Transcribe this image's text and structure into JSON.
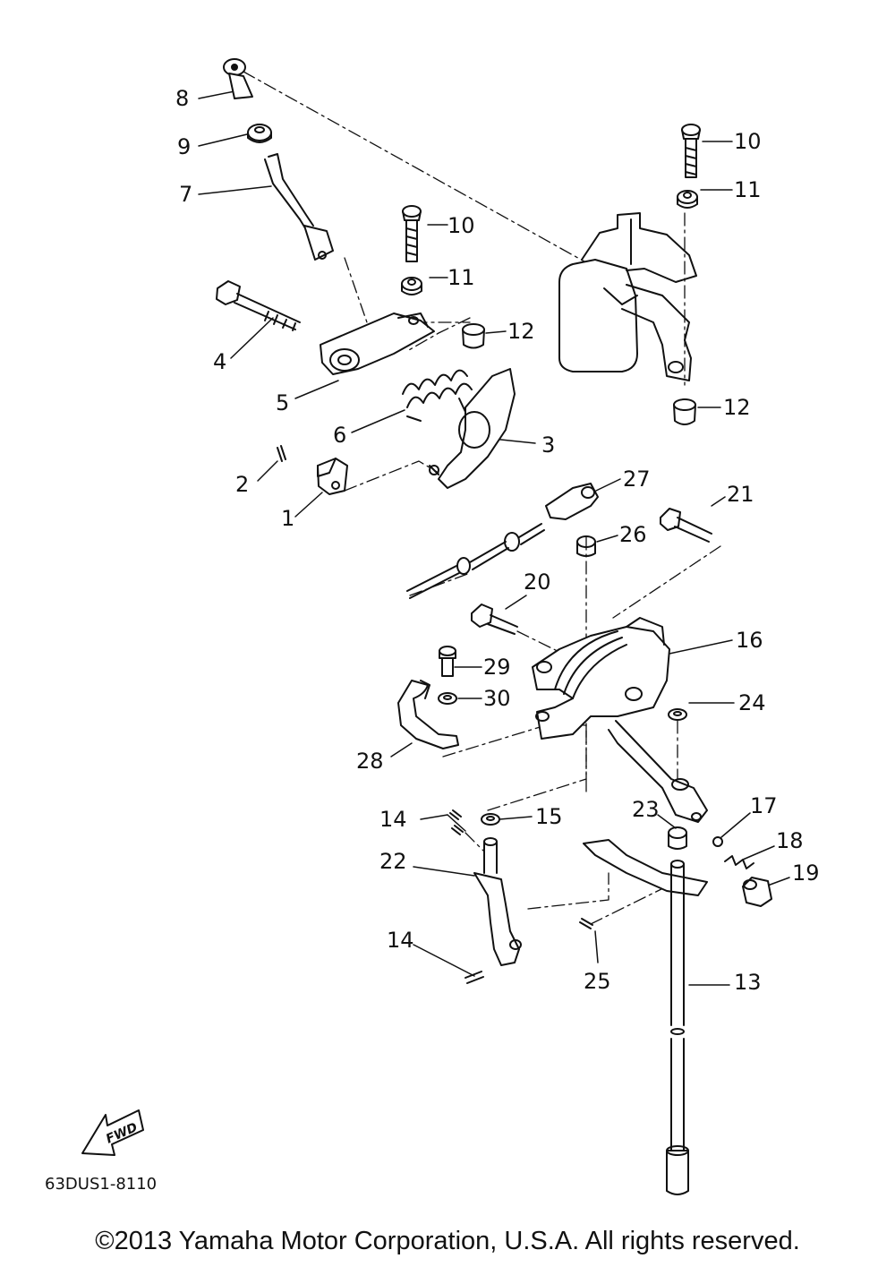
{
  "callouts": [
    {
      "text": "8"
    },
    {
      "text": "9"
    },
    {
      "text": "7"
    },
    {
      "text": "10"
    },
    {
      "text": "11"
    },
    {
      "text": "4"
    },
    {
      "text": "12"
    },
    {
      "text": "5"
    },
    {
      "text": "6"
    },
    {
      "text": "3"
    },
    {
      "text": "2"
    },
    {
      "text": "1"
    },
    {
      "text": "10"
    },
    {
      "text": "11"
    },
    {
      "text": "12"
    },
    {
      "text": "27"
    },
    {
      "text": "21"
    },
    {
      "text": "26"
    },
    {
      "text": "20"
    },
    {
      "text": "16"
    },
    {
      "text": "29"
    },
    {
      "text": "30"
    },
    {
      "text": "24"
    },
    {
      "text": "28"
    },
    {
      "text": "14"
    },
    {
      "text": "15"
    },
    {
      "text": "23"
    },
    {
      "text": "17"
    },
    {
      "text": "22"
    },
    {
      "text": "18"
    },
    {
      "text": "19"
    },
    {
      "text": "14"
    },
    {
      "text": "25"
    },
    {
      "text": "13"
    }
  ],
  "fwd_label": "FWD",
  "diagram_code": "63DUS1-8110",
  "copyright": "©2013 Yamaha Motor Corporation, U.S.A. All rights reserved."
}
